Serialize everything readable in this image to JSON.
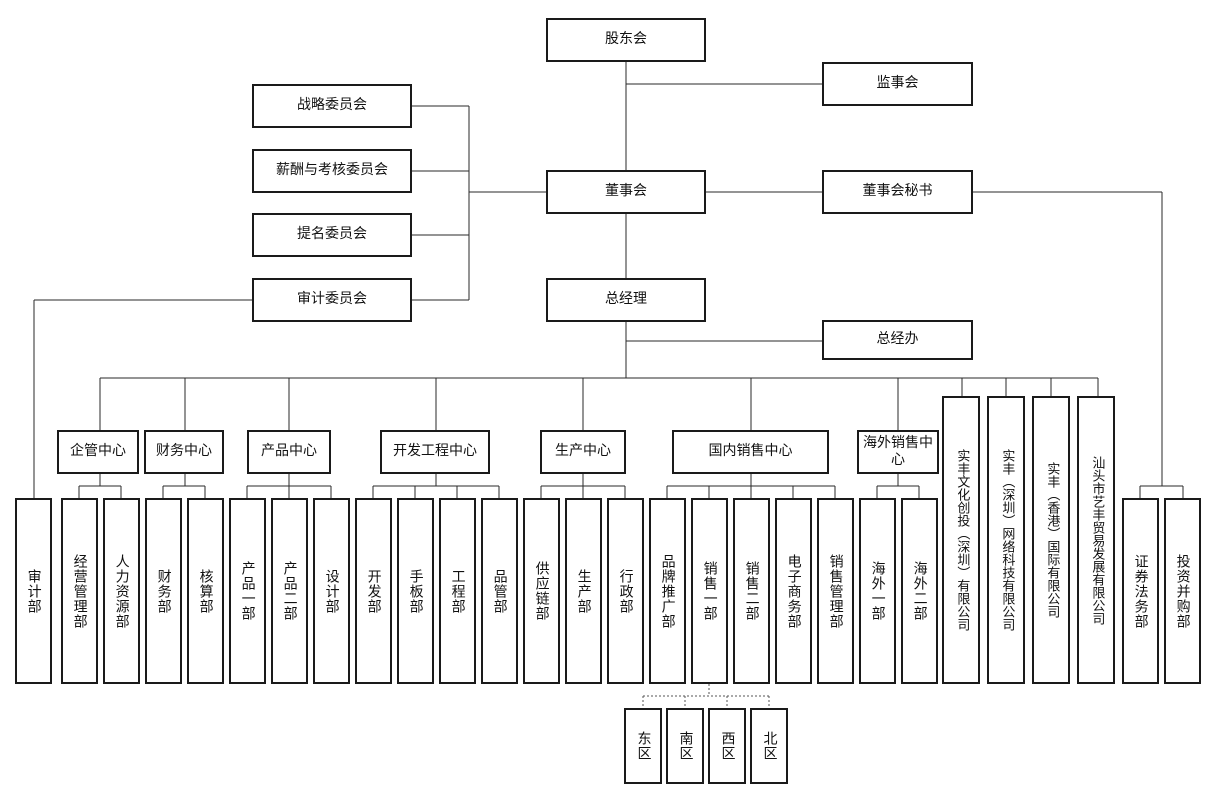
{
  "nodes": {
    "shareholders": "股东会",
    "supervisors": "监事会",
    "board": "董事会",
    "board_secretary": "董事会秘书",
    "strategy_committee": "战略委员会",
    "compensation_committee": "薪酬与考核委员会",
    "nomination_committee": "提名委员会",
    "audit_committee": "审计委员会",
    "general_manager": "总经理",
    "gm_office": "总经办",
    "center_enterprise": "企管中心",
    "center_finance": "财务中心",
    "center_product": "产品中心",
    "center_engineering": "开发工程中心",
    "center_production": "生产中心",
    "center_domestic_sales": "国内销售中心",
    "center_overseas_sales": "海外销售中心",
    "sub_cultural": "实丰文化创投（深圳）有限公司",
    "sub_network": "实丰（深圳）网络科技有限公司",
    "sub_hk": "实丰（香港）国际有限公司",
    "sub_shantou": "汕头市艺丰贸易发展有限公司",
    "dept_audit": "审计部",
    "dept_ops_mgmt": "经营管理部",
    "dept_hr": "人力资源部",
    "dept_finance": "财务部",
    "dept_accounting": "核算部",
    "dept_product1": "产品一部",
    "dept_product2": "产品二部",
    "dept_design": "设计部",
    "dept_dev": "开发部",
    "dept_prototype": "手板部",
    "dept_engineering": "工程部",
    "dept_qc": "品管部",
    "dept_supply_chain": "供应链部",
    "dept_production": "生产部",
    "dept_admin": "行政部",
    "dept_brand": "品牌推广部",
    "dept_sales1": "销售一部",
    "dept_sales2": "销售二部",
    "dept_ecommerce": "电子商务部",
    "dept_sales_mgmt": "销售管理部",
    "dept_overseas1": "海外一部",
    "dept_overseas2": "海外二部",
    "dept_securities": "证券法务部",
    "dept_investment": "投资并购部",
    "region_east": "东区",
    "region_south": "南区",
    "region_west": "西区",
    "region_north": "北区"
  }
}
